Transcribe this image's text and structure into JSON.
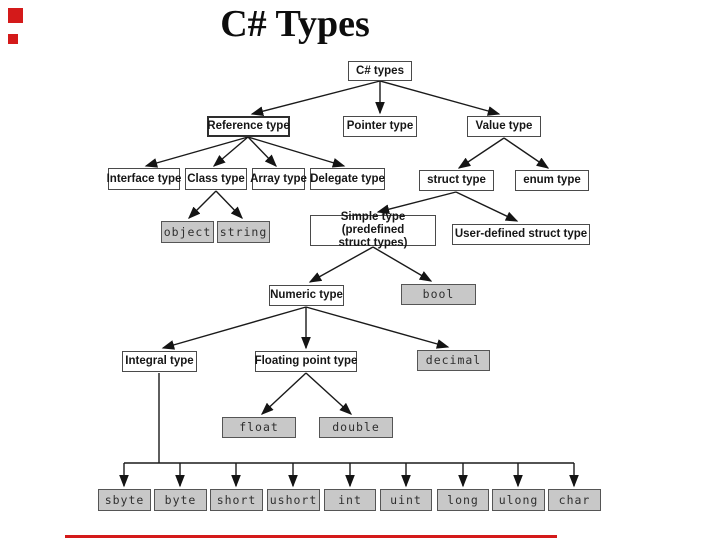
{
  "title": "C# Types",
  "decor": {
    "accent_color": "#d41a1a"
  },
  "nodes": {
    "root": "C# types",
    "reference": "Reference type",
    "pointer": "Pointer type",
    "value": "Value type",
    "interface": "Interface type",
    "class": "Class type",
    "array": "Array type",
    "delegate": "Delegate type",
    "struct": "struct type",
    "enum": "enum type",
    "object": "object",
    "string": "string",
    "simple_line1": "Simple type (predefined",
    "simple_line2": "struct types)",
    "userdefined": "User-defined struct type",
    "numeric": "Numeric type",
    "bool": "bool",
    "integral": "Integral type",
    "floating": "Floating point type",
    "decimal": "decimal",
    "float": "float",
    "double": "double",
    "sbyte": "sbyte",
    "byte": "byte",
    "short": "short",
    "ushort": "ushort",
    "int": "int",
    "uint": "uint",
    "long": "long",
    "ulong": "ulong",
    "char": "char"
  }
}
